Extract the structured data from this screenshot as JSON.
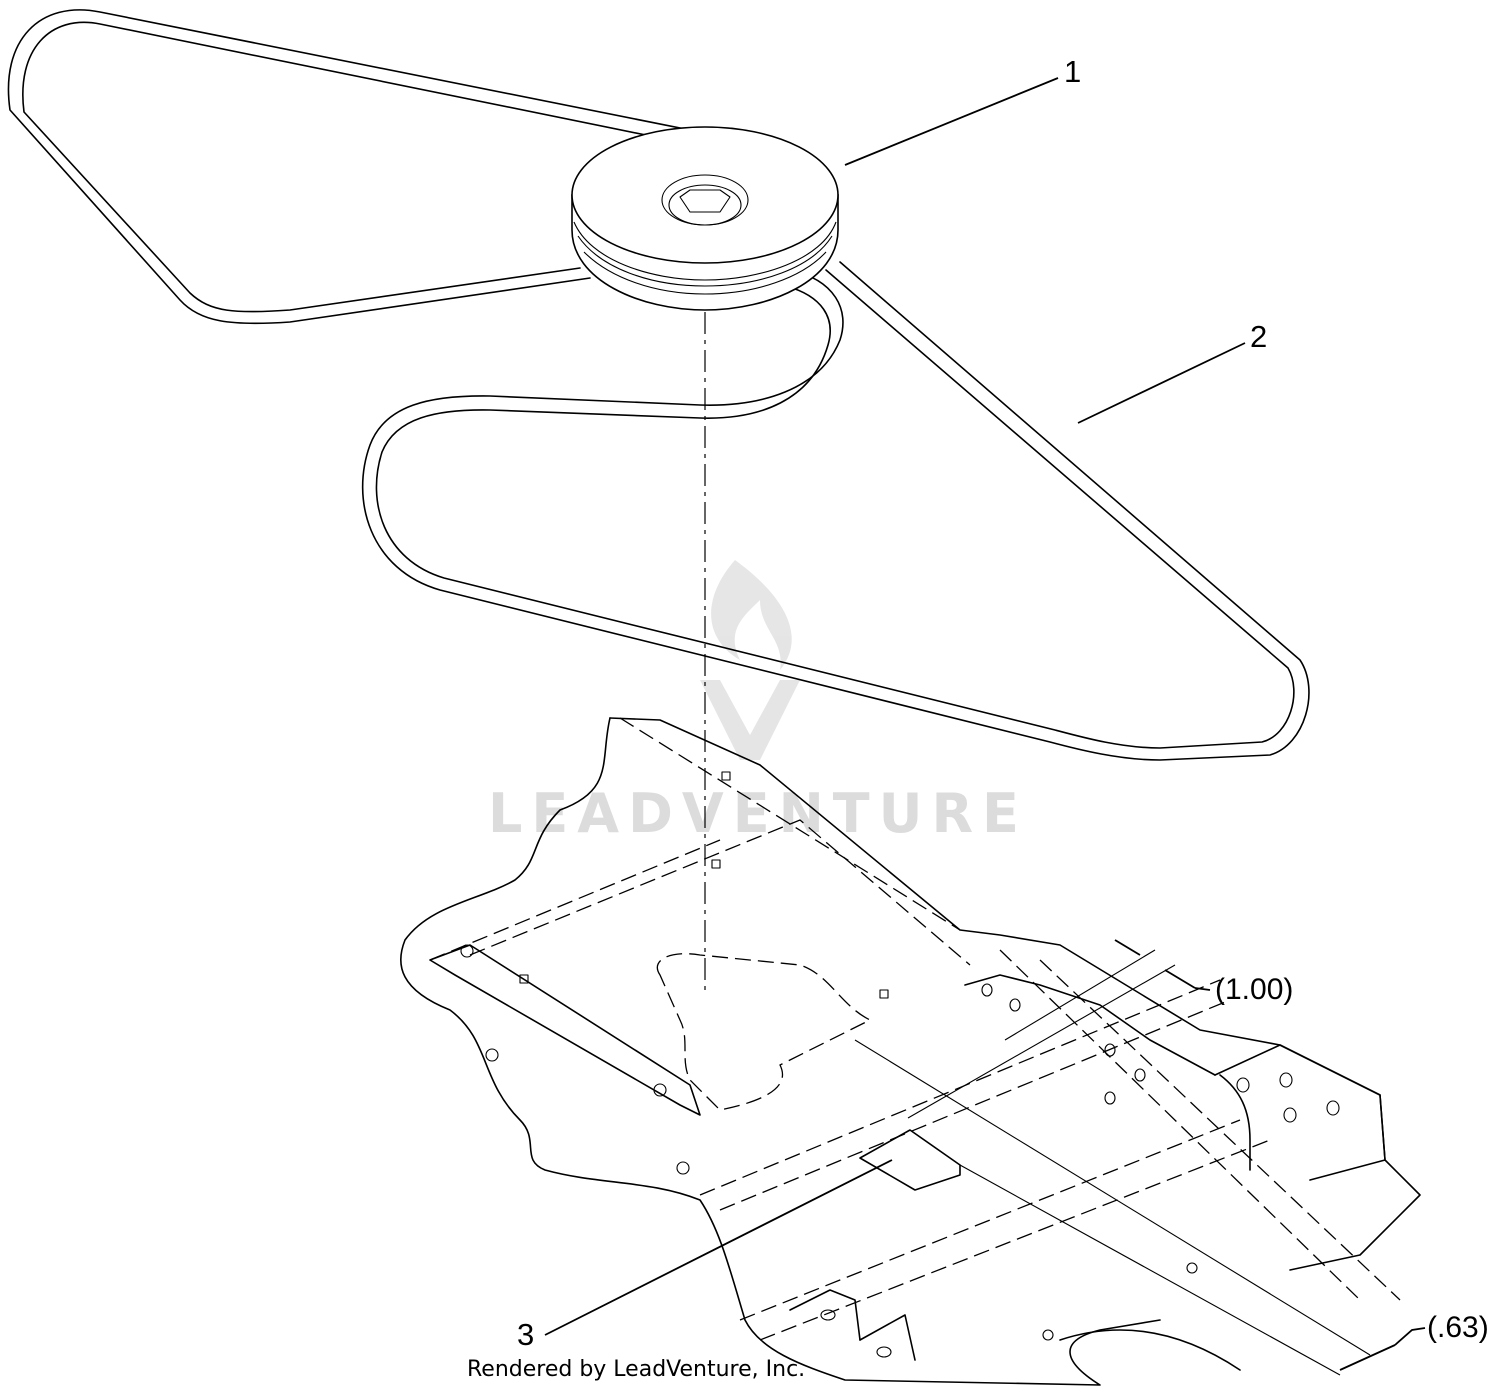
{
  "diagram": {
    "callouts": [
      {
        "id": "1",
        "label": "1"
      },
      {
        "id": "2",
        "label": "2"
      },
      {
        "id": "3",
        "label": "3"
      }
    ],
    "dimensions": [
      {
        "id": "d1",
        "label": "(1.00)"
      },
      {
        "id": "d2",
        "label": "(.63)"
      }
    ],
    "watermark": "LEADVENTURE",
    "footer": "Rendered by LeadVenture, Inc."
  }
}
